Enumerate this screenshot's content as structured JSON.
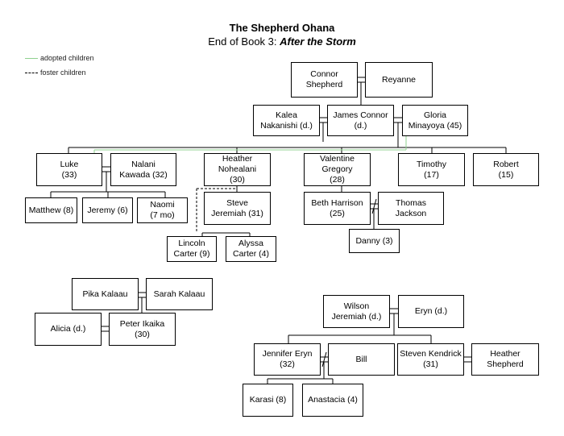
{
  "title": "The Shepherd Ohana",
  "subtitle_prefix": "End of Book 3: ",
  "subtitle_book": "After the Storm",
  "legend": {
    "adopted": "adopted children",
    "foster": "foster children"
  },
  "colors": {
    "adopted": "#8fd18f",
    "line": "#000000"
  },
  "people": {
    "connor": "Connor\nShepherd",
    "reyanne": "Reyanne",
    "kalea": "Kalea\nNakanishi (d.)",
    "james": "James Connor\n(d.)",
    "gloria": "Gloria\nMinayoya (45)",
    "luke": "Luke\n(33)",
    "nalani": "Nalani\nKawada (32)",
    "heather_n": "Heather\nNohealani\n(30)",
    "valentine": "Valentine\nGregory\n(28)",
    "timothy": "Timothy\n(17)",
    "robert": "Robert\n(15)",
    "matthew": "Matthew (8)",
    "jeremy": "Jeremy (6)",
    "naomi": "Naomi\n(7 mo)",
    "steve": "Steve\nJeremiah (31)",
    "beth": "Beth Harrison\n(25)",
    "thomas": "Thomas\nJackson",
    "lincoln": "Lincoln\nCarter (9)",
    "alyssa": "Alyssa\nCarter (4)",
    "danny": "Danny (3)",
    "pika": "Pika Kalaau",
    "sarah": "Sarah Kalaau",
    "alicia": "Alicia (d.)",
    "peter": "Peter Ikaika\n(30)",
    "wilson": "Wilson\nJeremiah (d.)",
    "eryn": "Eryn (d.)",
    "jennifer": "Jennifer Eryn\n(32)",
    "bill": "Bill",
    "steven": "Steven Kendrick\n(31)",
    "heather_s": "Heather\nShepherd",
    "karasi": "Karasi (8)",
    "anastacia": "Anastacia (4)"
  }
}
